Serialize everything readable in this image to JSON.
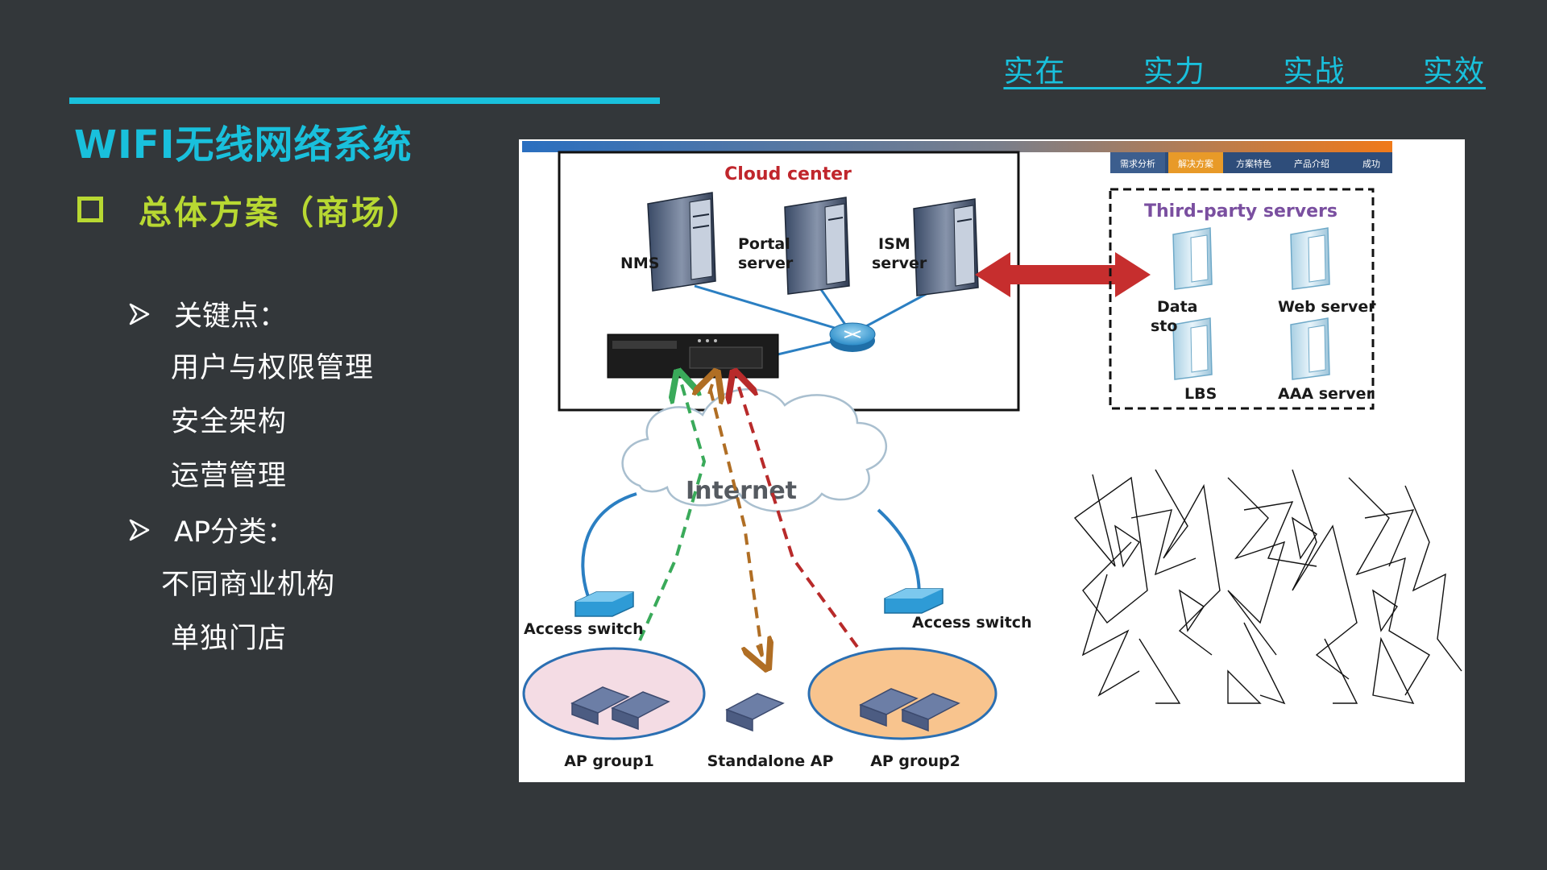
{
  "header": {
    "slogan": "实在  实力  实战  实效",
    "title": "WIFI无线网络系统",
    "subtitle": "总体方案（商场）"
  },
  "outline": {
    "section1": {
      "label": "关键点：",
      "items": [
        "用户与权限管理",
        "安全架构",
        "运营管理"
      ]
    },
    "section2": {
      "label": "AP分类：",
      "items": [
        "不同商业机构",
        "单独门店"
      ]
    }
  },
  "diagram": {
    "tabs": [
      "需求分析",
      "解决方案",
      "方案特色",
      "产品介绍",
      "成功"
    ],
    "cloud_center": {
      "title": "Cloud center",
      "nms": "NMS",
      "portal_1": "Portal",
      "portal_2": "server",
      "ism_1": "ISM",
      "ism_2": "server"
    },
    "third_party": {
      "title": "Third-party servers",
      "data_1": "Data",
      "data_2": "sto",
      "web": "Web server",
      "lbs": "LBS",
      "aaa": "AAA server"
    },
    "internet": "Internet",
    "switch_left": "Access switch",
    "switch_right": "Access switch",
    "ap_group1": "AP group1",
    "standalone_ap": "Standalone AP",
    "ap_group2": "AP group2"
  },
  "colors": {
    "accent": "#19c0dc",
    "subtitle": "#b8d832",
    "background": "#33373a",
    "cloud_title": "#c0262c",
    "third_party_title": "#7a4fa0",
    "arrow_red": "#c62e2e",
    "dash_green": "#3aaa5a",
    "dash_orange": "#b06e24",
    "dash_red": "#b82a2a",
    "group1_fill": "#f4dce4",
    "group2_fill": "#f8c48e"
  }
}
